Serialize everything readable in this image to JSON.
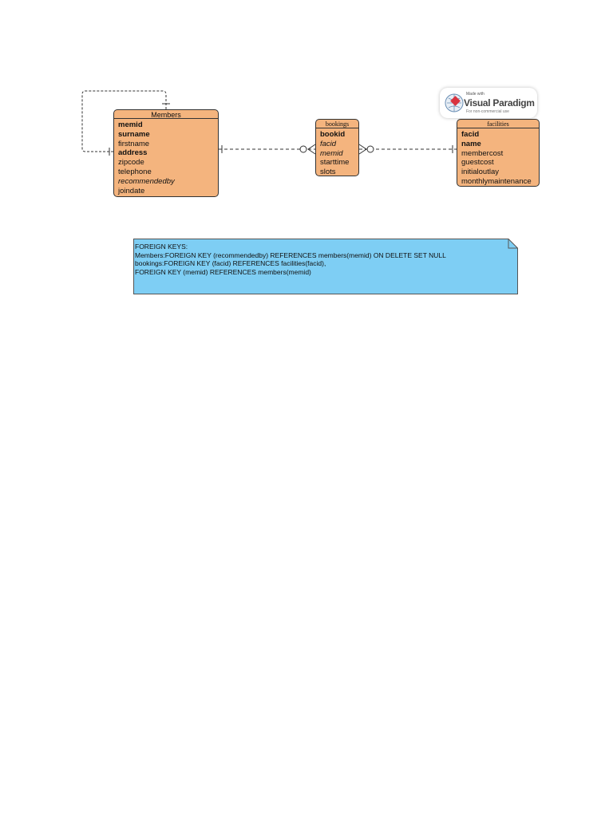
{
  "entities": {
    "members": {
      "title": "Members",
      "fields": [
        {
          "name": "memid",
          "style": "bold"
        },
        {
          "name": "surname",
          "style": "bold"
        },
        {
          "name": "firstname",
          "style": "normal"
        },
        {
          "name": "address",
          "style": "bold"
        },
        {
          "name": "zipcode",
          "style": "normal"
        },
        {
          "name": "telephone",
          "style": "normal"
        },
        {
          "name": "recommendedby",
          "style": "italic"
        },
        {
          "name": "joindate",
          "style": "normal"
        }
      ]
    },
    "bookings": {
      "title": "bookings",
      "fields": [
        {
          "name": "bookid",
          "style": "bold"
        },
        {
          "name": "facid",
          "style": "italic"
        },
        {
          "name": "memid",
          "style": "italic"
        },
        {
          "name": "starttime",
          "style": "normal"
        },
        {
          "name": "slots",
          "style": "normal"
        }
      ]
    },
    "facilities": {
      "title": "facilities",
      "fields": [
        {
          "name": "facid",
          "style": "bold"
        },
        {
          "name": "name",
          "style": "bold"
        },
        {
          "name": "membercost",
          "style": "normal"
        },
        {
          "name": "guestcost",
          "style": "normal"
        },
        {
          "name": "initialoutlay",
          "style": "normal"
        },
        {
          "name": "monthlymaintenance",
          "style": "normal"
        }
      ]
    }
  },
  "note": {
    "lines": [
      "FOREIGN KEYS:",
      "Members:FOREIGN KEY (recommendedby) REFERENCES members(memid) ON DELETE SET NULL",
      "bookings:FOREIGN KEY (facid) REFERENCES facilities(facid),",
      "FOREIGN KEY (memid) REFERENCES members(memid)"
    ],
    "fill_color": "#7ecef4"
  },
  "watermark": {
    "small_text": "Made with",
    "brand": "Visual Paradigm",
    "sub_text": "For non-commercial use"
  },
  "colors": {
    "entity_fill": "#f4b47e",
    "note_fill": "#7ecef4"
  }
}
